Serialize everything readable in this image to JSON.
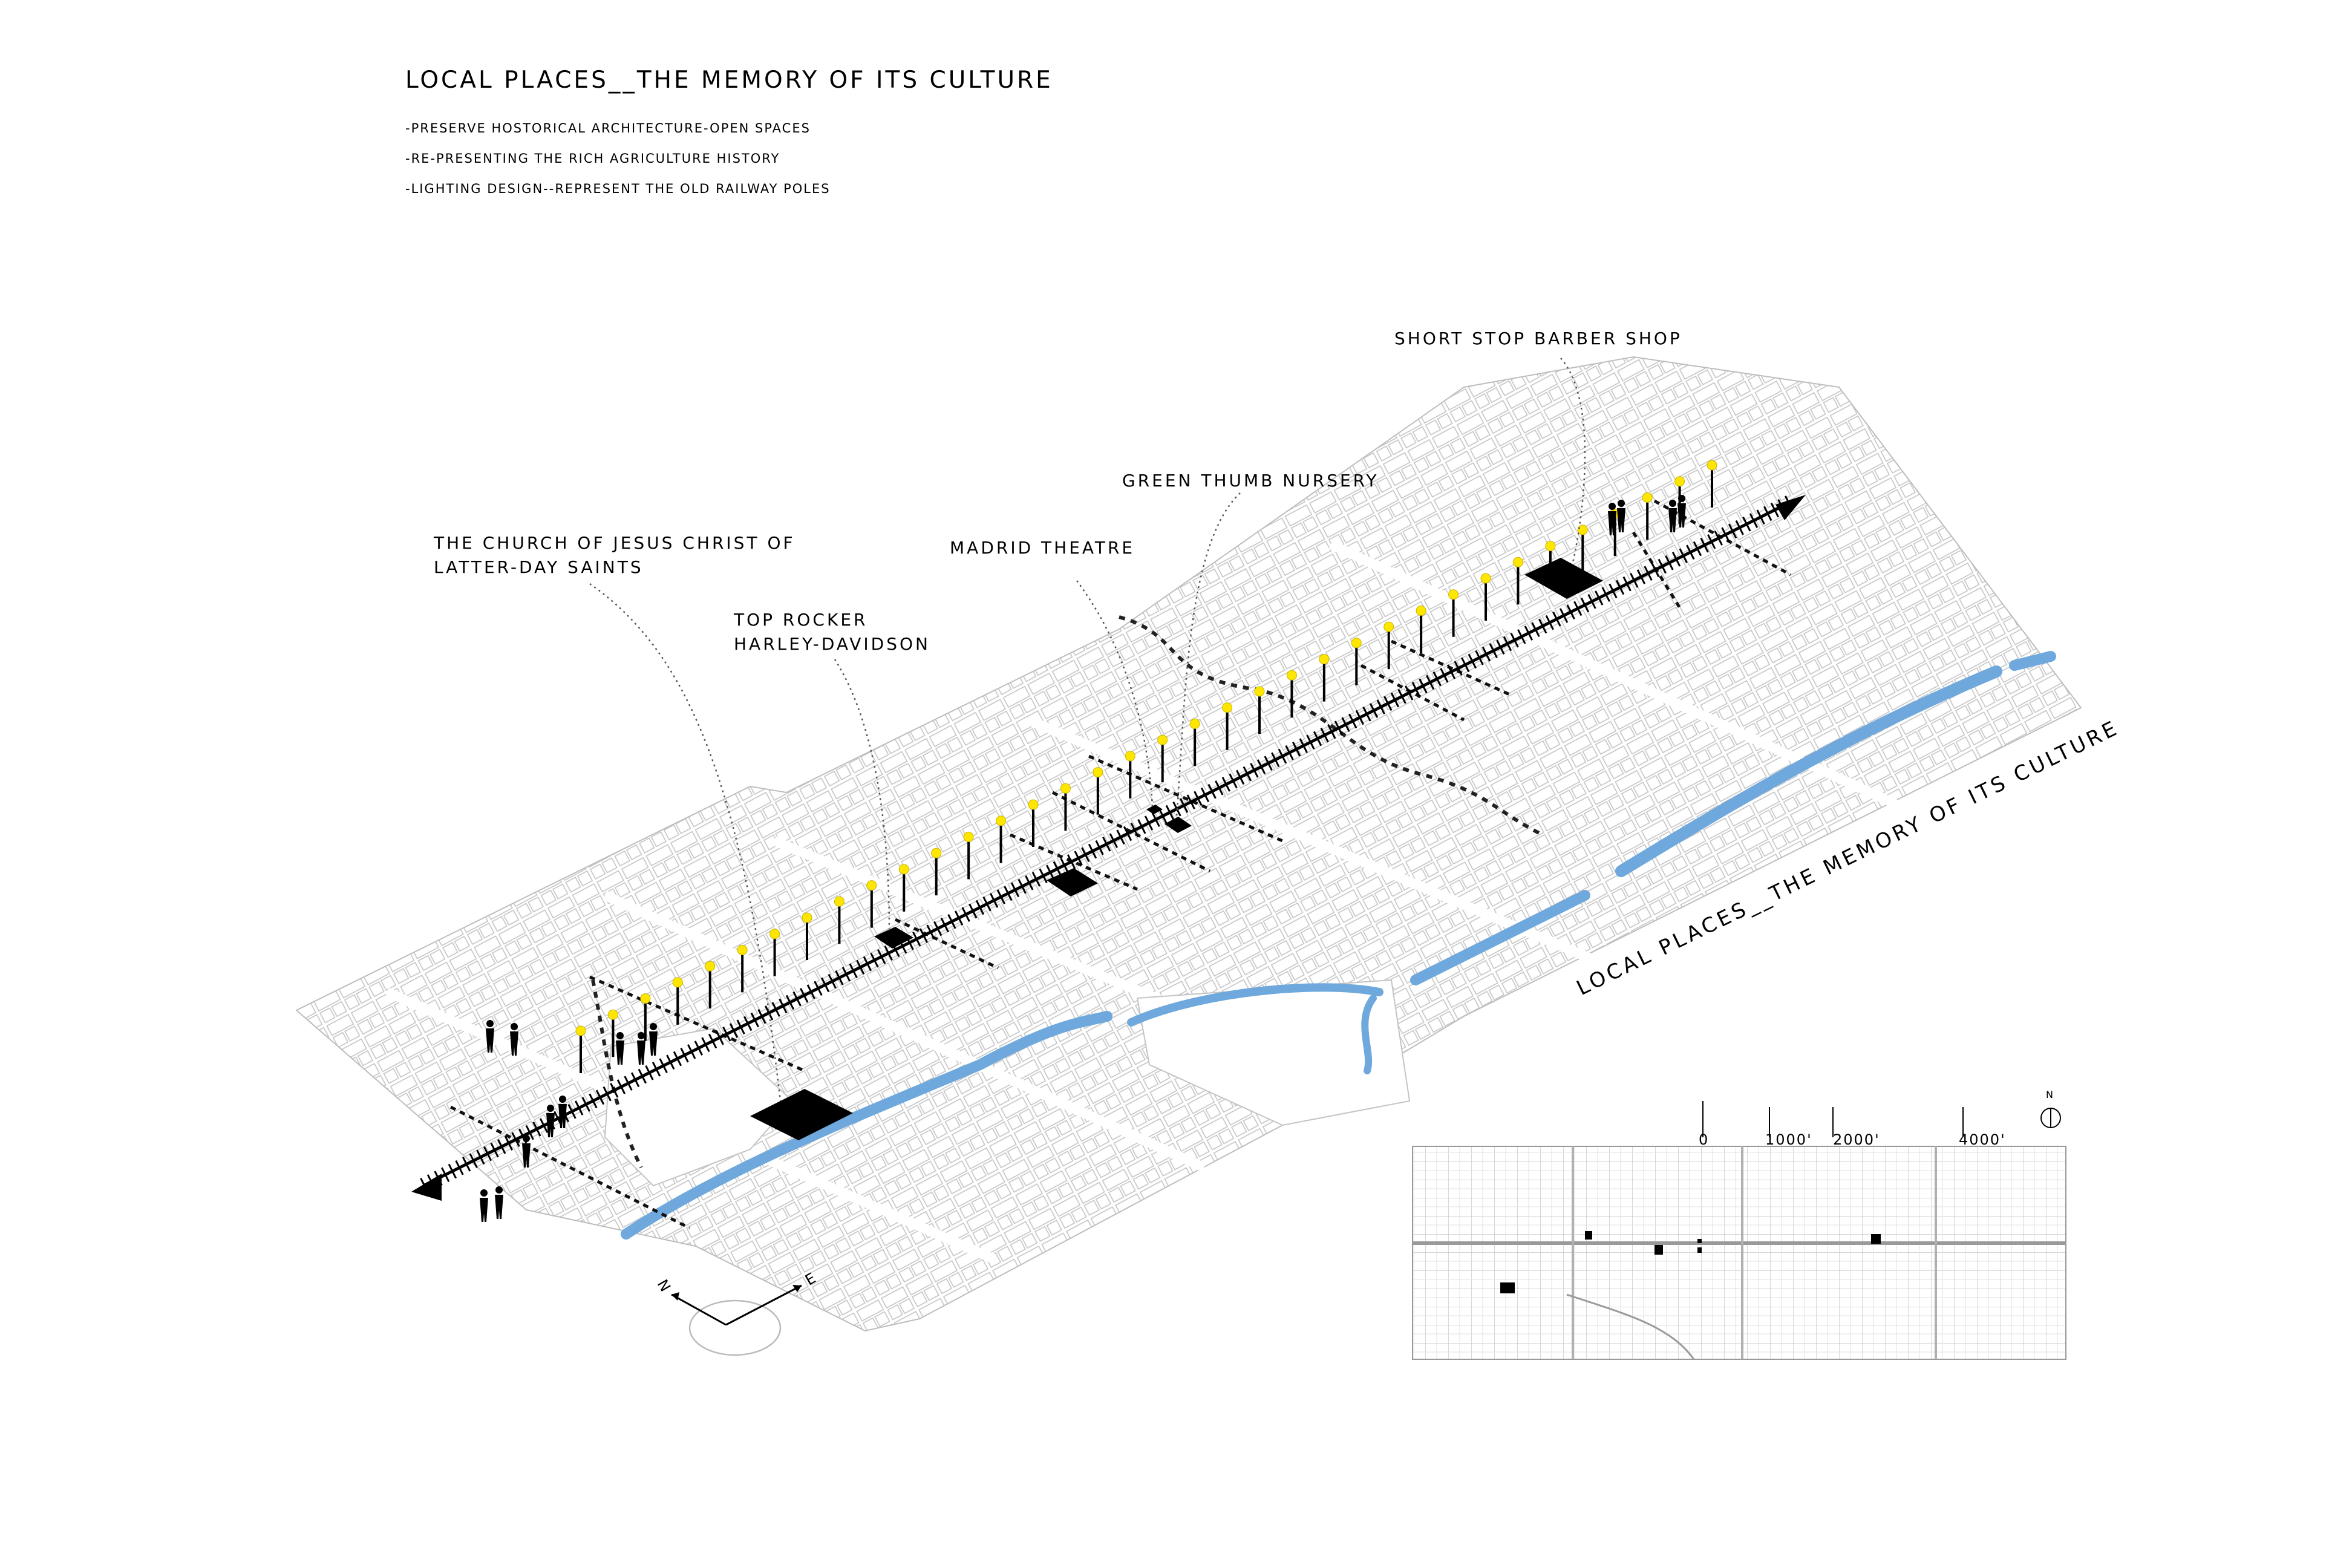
{
  "title": "LOCAL PLACES__THE MEMORY OF ITS CULTURE",
  "bullets": [
    "-PRESERVE HOSTORICAL ARCHITECTURE-OPEN SPACES",
    "-RE-PRESENTING THE RICH AGRICULTURE HISTORY",
    "-LIGHTING DESIGN--REPRESENT THE OLD RAILWAY POLES"
  ],
  "places": {
    "church_line1": "THE CHURCH OF JESUS CHRIST OF",
    "church_line2": "LATTER-DAY SAINTS",
    "toprocker_line1": "TOP ROCKER",
    "toprocker_line2": "HARLEY-DAVIDSON",
    "madrid": "MADRID THEATRE",
    "greenthumb": "GREEN THUMB NURSERY",
    "barber": "SHORT STOP BARBER SHOP"
  },
  "axis_label": "LOCAL PLACES__THE MEMORY OF ITS CULTURE",
  "compass": {
    "north": "N",
    "east": "E"
  },
  "scale_bar": {
    "ticks": [
      "0",
      "1000'",
      "2000'",
      "4000'"
    ],
    "north": "N"
  },
  "colors": {
    "canal": "#6fa8dc",
    "lamp": "#ffe600",
    "building": "#000000",
    "grid": "#b8b8b8"
  }
}
